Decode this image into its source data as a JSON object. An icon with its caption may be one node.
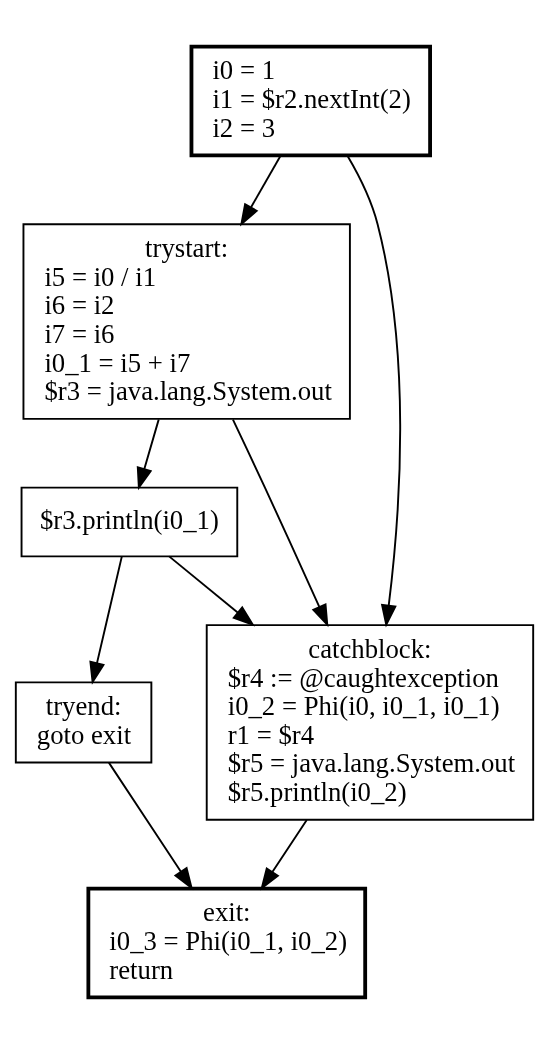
{
  "diagram": {
    "nodes": [
      {
        "text": [
          "i0 = 1",
          "i1 = $r2.nextInt(2)",
          "i2 = 3"
        ]
      },
      {
        "text": [
          "trystart:",
          "i5 = i0 / i1",
          "i6 = i2",
          "i7 = i6",
          "i0_1 = i5 + i7",
          "$r3 = java.lang.System.out"
        ]
      },
      {
        "text": [
          "$r3.println(i0_1)"
        ]
      },
      {
        "text": [
          "tryend:",
          "goto exit"
        ]
      },
      {
        "text": [
          "catchblock:",
          "$r4 := @caughtexception",
          "i0_2 = Phi(i0, i0_1, i0_1)",
          "r1 = $r4",
          "$r5 = java.lang.System.out",
          "$r5.println(i0_2)"
        ]
      },
      {
        "text": [
          "exit:",
          "i0_3 = Phi(i0_1, i0_2)",
          "return"
        ]
      }
    ],
    "edges": [
      {
        "from": 0,
        "to": 1,
        "arrow": "to"
      },
      {
        "from": 0,
        "to": 4,
        "arrow": "to"
      },
      {
        "from": 1,
        "to": 2,
        "arrow": "to"
      },
      {
        "from": 1,
        "to": 4,
        "arrow": "to"
      },
      {
        "from": 2,
        "to": 3,
        "arrow": "to"
      },
      {
        "from": 2,
        "to": 4,
        "arrow": "to"
      },
      {
        "from": 3,
        "to": 5,
        "arrow": "to"
      },
      {
        "from": 4,
        "to": 5,
        "arrow": "to"
      }
    ]
  }
}
